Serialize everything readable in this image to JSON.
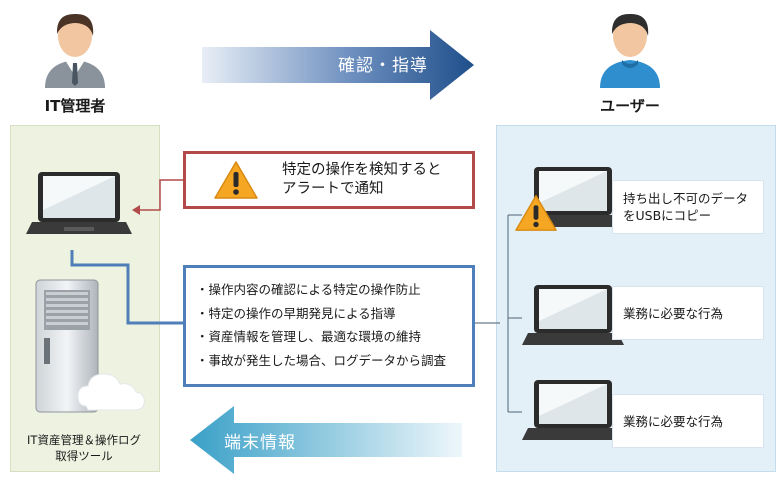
{
  "admin": {
    "label": "IT管理者"
  },
  "user": {
    "label": "ユーザー"
  },
  "top_arrow": {
    "label": "確認・指導"
  },
  "bottom_arrow": {
    "label": "端末情報"
  },
  "alert": {
    "lines": [
      "特定の操作を検知すると",
      "アラートで通知"
    ]
  },
  "features": {
    "items": [
      "・操作内容の確認による特定の操作防止",
      "・特定の操作の早期発見による指導",
      "・資産情報を管理し、最適な環境の維持",
      "・事故が発生した場合、ログデータから調査"
    ]
  },
  "tool": {
    "caption_lines": [
      "IT資産管理＆操作ログ",
      "取得ツール"
    ]
  },
  "user_actions": [
    {
      "lines": [
        "持ち出し不可のデータ",
        "をUSBにコピー"
      ]
    },
    {
      "lines": [
        "業務に必要な行為"
      ]
    },
    {
      "lines": [
        "業務に必要な行為"
      ]
    }
  ],
  "colors": {
    "alert_border": "#b24a4a",
    "list_border": "#4f7fb8",
    "warning_fill": "#f5a623",
    "arrow_top": "#1f4f8a",
    "arrow_bottom": "#3aa0c8"
  }
}
